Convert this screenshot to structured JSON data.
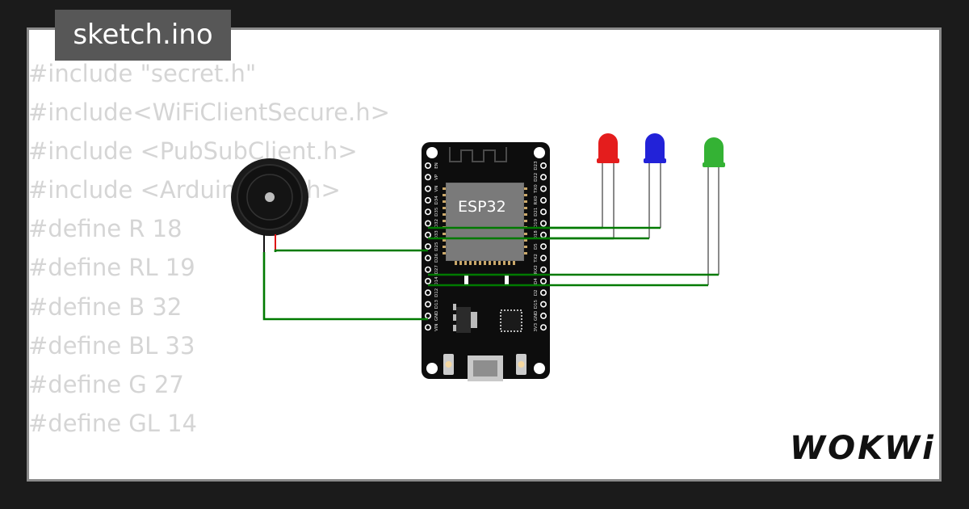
{
  "title": "sketch.ino",
  "code_lines": [
    "#include \"secret.h\"",
    "#include<WiFiClientSecure.h>",
    "#include <PubSubClient.h>",
    "#include <ArduinoJson.h>",
    "#define R 18",
    "#define RL 19",
    "#define B 32",
    "#define BL 33",
    "#define G 27",
    "#define GL 14"
  ],
  "board": {
    "label": "ESP32",
    "left_pins": [
      "EN",
      "VP",
      "VN",
      "D34",
      "D35",
      "D32",
      "D33",
      "D25",
      "D26",
      "D27",
      "D14",
      "D12",
      "D13",
      "GND",
      "VIN"
    ],
    "right_pins": [
      "D23",
      "D22",
      "TX0",
      "RX0",
      "D21",
      "D19",
      "D18",
      "D5",
      "TX2",
      "RX2",
      "D4",
      "D2",
      "D15",
      "GND",
      "3V3"
    ]
  },
  "leds": [
    {
      "name": "red-led",
      "color": "#e41d1d"
    },
    {
      "name": "blue-led",
      "color": "#2222d8"
    },
    {
      "name": "green-led",
      "color": "#34b234"
    }
  ],
  "wire_color": "#007a00",
  "brand": "WOKWi"
}
